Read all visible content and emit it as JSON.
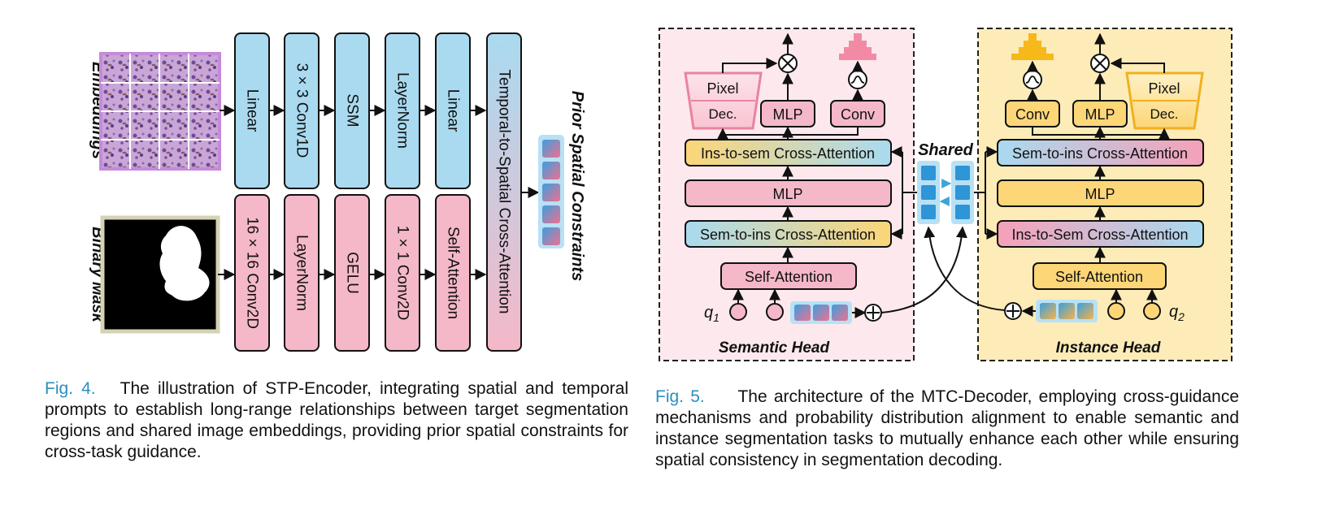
{
  "fig4": {
    "embeddings_label": "Embeddings",
    "binary_mask_label": "Binary Mask",
    "output_label": "Prior Spatial Constraints",
    "top_row": [
      "Linear",
      "3 × 3 Conv1D",
      "SSM",
      "LayerNorm",
      "Linear"
    ],
    "bottom_row": [
      "16 × 16 Conv2D",
      "LayerNorm",
      "GELU",
      "1 × 1 Conv2D",
      "Self-Attention"
    ],
    "fusion_block": "Temporal-to-Spatial Cross-Attention",
    "caption_tag": "Fig. 4.",
    "caption_text": "The illustration of STP-Encoder, integrating spatial and temporal prompts to establish long-range relationships between target segmentation regions and shared image embeddings, providing prior spatial constraints for cross-task guidance."
  },
  "fig5": {
    "semantic": {
      "head_label": "Semantic Head",
      "pixel_dec_line1": "Pixel",
      "pixel_dec_line2": "Dec.",
      "mlp_small": "MLP",
      "conv": "Conv",
      "cross_attn_top": "Ins-to-sem Cross-Attention",
      "mlp": "MLP",
      "cross_attn_bottom": "Sem-to-ins Cross-Attention",
      "self_attn": "Self-Attention",
      "query": "q",
      "query_sub": "1"
    },
    "shared_label": "Shared",
    "instance": {
      "head_label": "Instance Head",
      "pixel_dec_line1": "Pixel",
      "pixel_dec_line2": "Dec.",
      "mlp_small": "MLP",
      "conv": "Conv",
      "cross_attn_top": "Sem-to-ins Cross-Attention",
      "mlp": "MLP",
      "cross_attn_bottom": "Ins-to-Sem Cross-Attention",
      "self_attn": "Self-Attention",
      "query": "q",
      "query_sub": "2"
    },
    "caption_tag": "Fig. 5.",
    "caption_text": "The architecture of the MTC-Decoder, employing cross-guidance mechanisms and probability distribution alignment to enable semantic and instance segmentation tasks to mutually enhance each other while ensuring spatial consistency in segmentation decoding."
  },
  "colors": {
    "blue_block": "#a9daf0",
    "pink_block": "#f5b8c8",
    "pink_panel": "#fde9ed",
    "yellow_panel": "#fdecb8",
    "yellow_block": "#fcd677",
    "caption_accent": "#2a8fc0"
  }
}
